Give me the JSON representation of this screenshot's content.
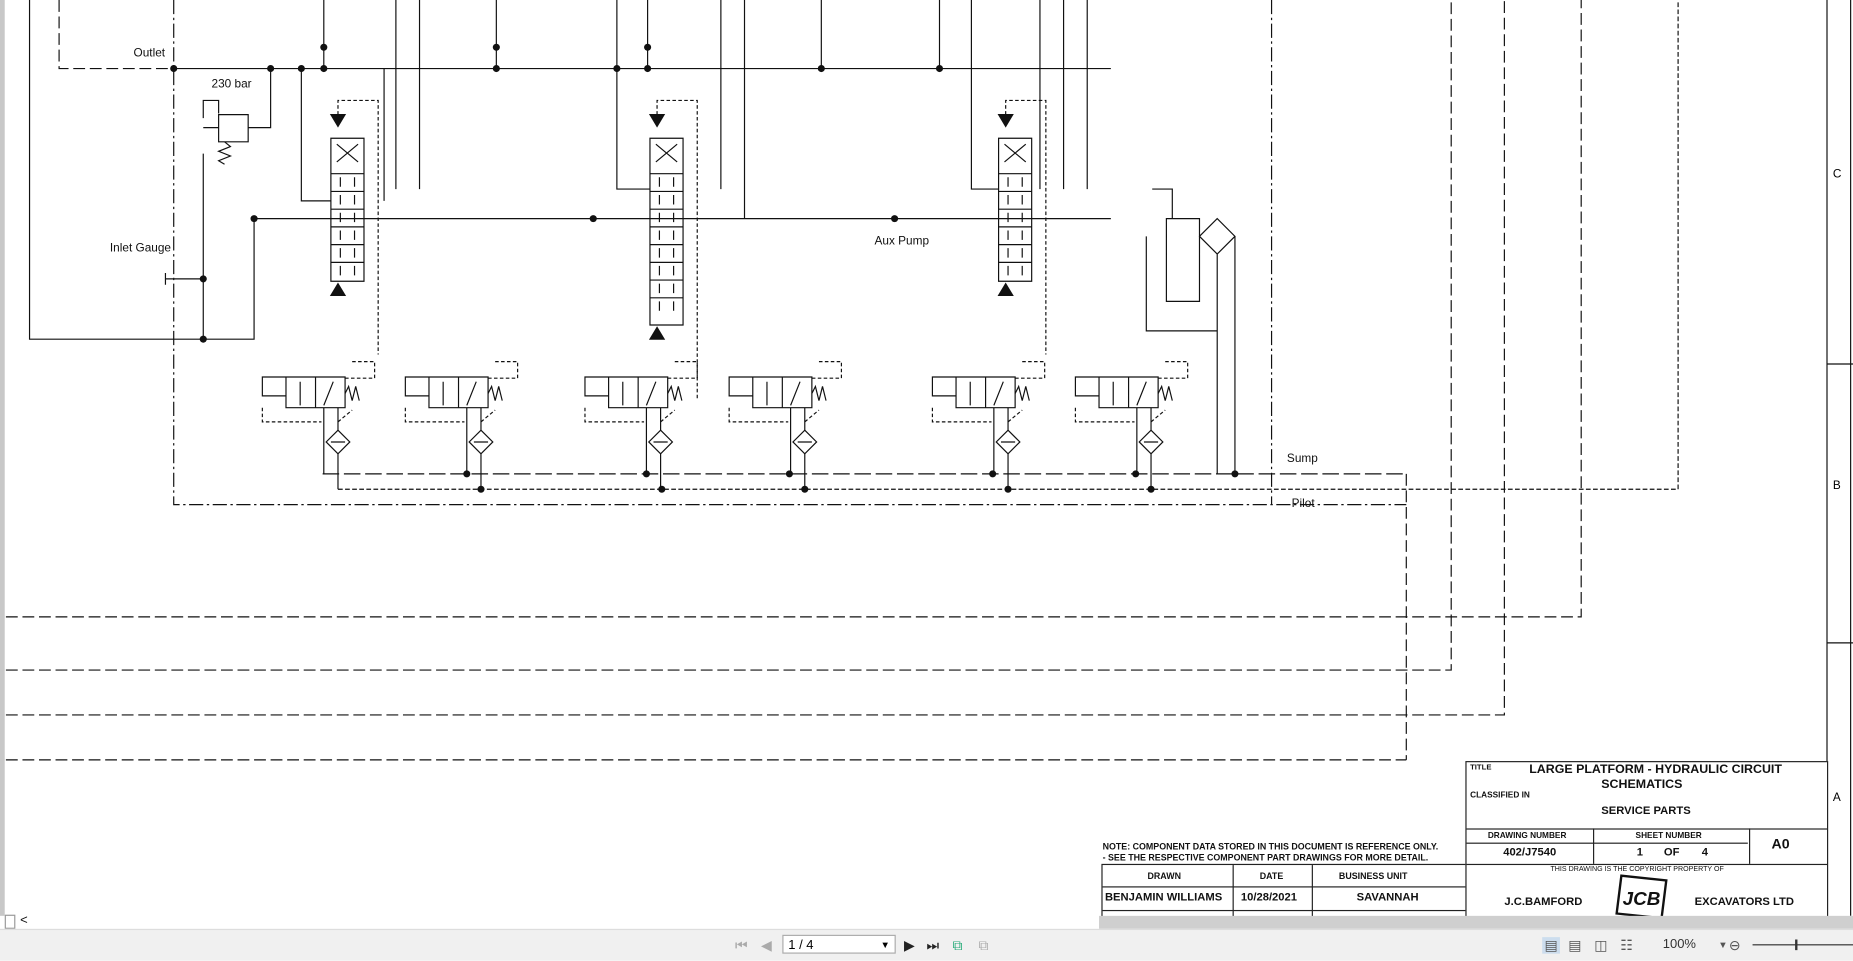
{
  "labels": {
    "outlet": "Outlet",
    "relief": "230 bar",
    "inlet_gauge": "Inlet Gauge",
    "aux_pump": "Aux Pump",
    "sump": "Sump",
    "pilot": "Pilot"
  },
  "zones": [
    "C",
    "B",
    "A"
  ],
  "note": {
    "line1": "NOTE: COMPONENT DATA STORED IN THIS DOCUMENT IS REFERENCE ONLY.",
    "line2": "- SEE THE RESPECTIVE COMPONENT PART DRAWINGS FOR MORE DETAIL."
  },
  "record": {
    "headers": [
      "DRAWN",
      "DATE",
      "BUSINESS UNIT"
    ],
    "values": [
      "BENJAMIN WILLIAMS",
      "10/28/2021",
      "SAVANNAH"
    ]
  },
  "title_block": {
    "title_label": "TITLE",
    "title": "LARGE PLATFORM - HYDRAULIC CIRCUIT",
    "title2": "SCHEMATICS",
    "classified_label": "CLASSIFIED IN",
    "classified": "SERVICE PARTS",
    "drawing_number_label": "DRAWING NUMBER",
    "drawing_number": "402/J7540",
    "sheet_label": "SHEET NUMBER",
    "sheet": "1",
    "of": "OF",
    "sheet_total": "4",
    "size": "A0",
    "copyright": "THIS DRAWING IS THE COPYRIGHT PROPERTY OF",
    "company_left": "J.C.BAMFORD",
    "logo": "JCB",
    "company_right": "EXCAVATORS LTD"
  },
  "toolbar": {
    "page": "1 / 4",
    "zoom": "100%",
    "scroll_left": "<"
  }
}
